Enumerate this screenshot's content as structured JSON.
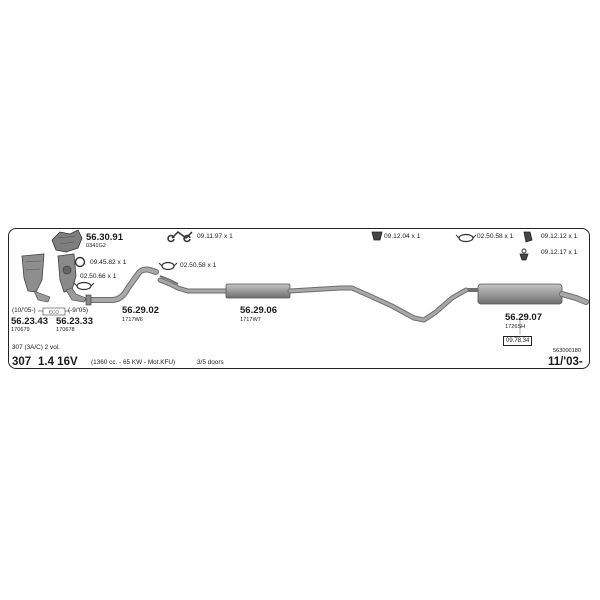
{
  "diagram_id": "563000180",
  "vehicle": {
    "description": "307 (3A/C) 2 vol.",
    "model": "307",
    "engine": "1.4 16V",
    "specs": "(1360 cc. - 65 KW - Mot.KFU)",
    "doors": "3/5 doors",
    "date": "11/'03-"
  },
  "colors": {
    "pipe": "#9a9a9a",
    "pipe_shade": "#6e6e6e",
    "frame": "#222222",
    "text": "#1a1a1a"
  },
  "parts": {
    "cat_left": {
      "number": "56.23.43",
      "ref": "170679",
      "note": "(10/'05-)"
    },
    "cat_right": {
      "number": "56.23.33",
      "ref": "170678",
      "note": "(-9/'05)"
    },
    "manifold": {
      "number": "56.30.91",
      "ref": "0341G2"
    },
    "front_pipe": {
      "number": "56.29.02",
      "ref": "1717W6"
    },
    "middle": {
      "number": "56.29.06",
      "ref": "1717W7"
    },
    "rear": {
      "number": "56.29.07",
      "ref": "1726SH"
    }
  },
  "accessories": {
    "a1": "09.45.82 x 1",
    "a2": "02.50.66 x 1",
    "a3": "09.11.97 x 1",
    "a4": "02.50.58 x 1",
    "a5": "09.12.04 x 1",
    "a6": "02.50.58 x 1",
    "a7": "09.12.12 x 1",
    "a8": "09.12.17 x 1",
    "boxed": "09.78.34",
    "sensor_tag": "ECO"
  }
}
